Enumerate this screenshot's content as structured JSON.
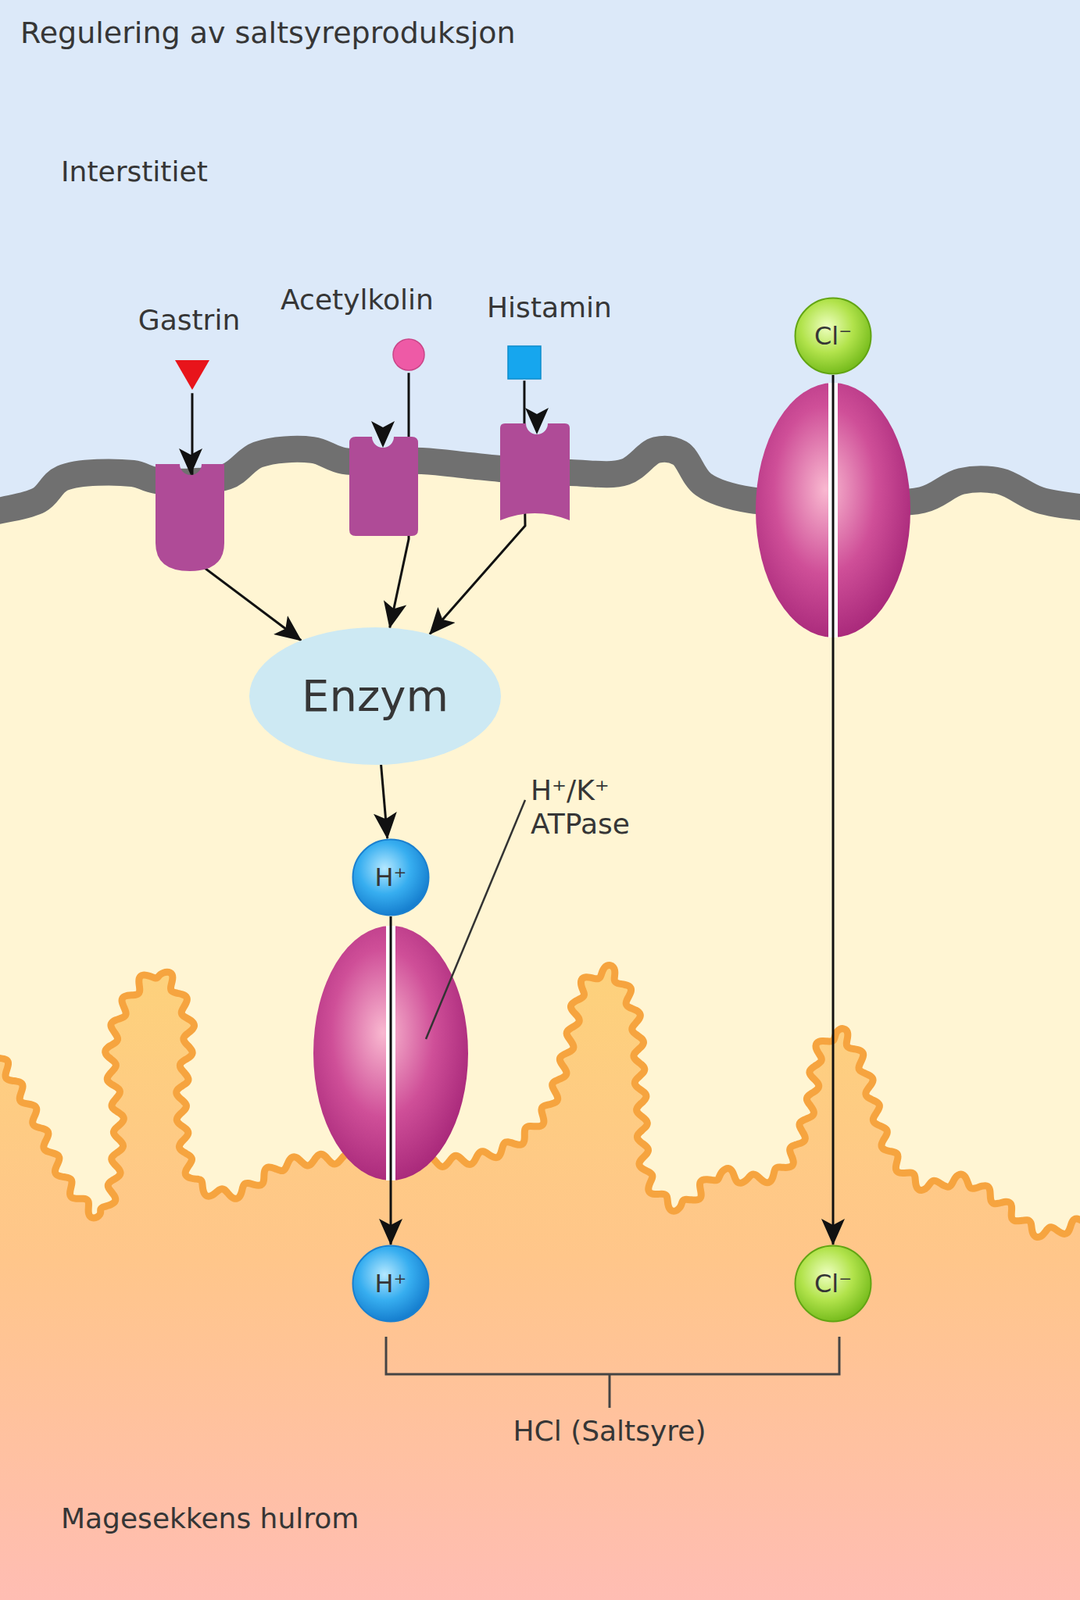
{
  "diagram": {
    "title": "Regulering av saltsyreproduksjon",
    "nodes": [
      {
        "text": [
          "Gastrin"
        ]
      },
      {
        "text": [
          "Acetylkolin"
        ]
      },
      {
        "text": [
          "Histamin"
        ]
      },
      {
        "text": [
          "Enzym"
        ]
      },
      {
        "text": [
          "H⁺"
        ]
      },
      {
        "text": [
          "H⁺"
        ]
      },
      {
        "text": [
          "Cl⁻"
        ]
      },
      {
        "text": [
          "Cl⁻"
        ]
      }
    ],
    "edges": [
      {
        "from": 0,
        "to": 3,
        "arrow": "to"
      },
      {
        "from": 1,
        "to": 3,
        "arrow": "to"
      },
      {
        "from": 2,
        "to": 3,
        "arrow": "to"
      },
      {
        "from": 3,
        "to": 4,
        "arrow": "to"
      },
      {
        "from": 4,
        "to": 5,
        "arrow": "to"
      },
      {
        "from": 6,
        "to": 7,
        "arrow": "to"
      }
    ],
    "labels": [
      "Interstitiet",
      "H⁺/K⁺ ATPase",
      "HCl (Saltsyre)",
      "Magesekkens hulrom"
    ]
  }
}
